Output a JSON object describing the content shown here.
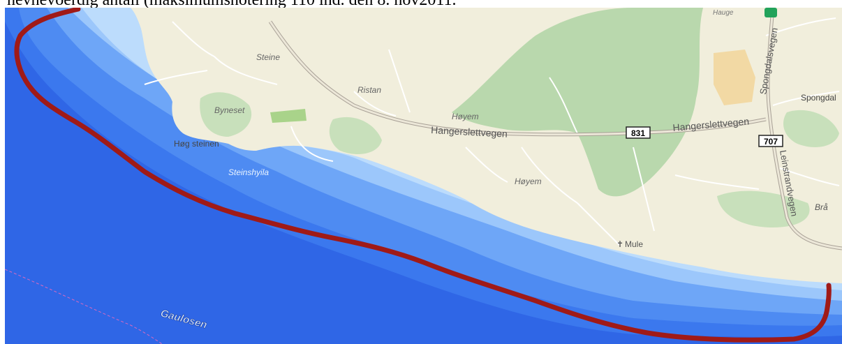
{
  "caption": "hevnevoerdig antall (maksimumsnotering 110 ind. den 8. nov2011.",
  "places": {
    "steine": "Steine",
    "ristan": "Ristan",
    "byneset": "Byneset",
    "hoeyem_north": "Høyem",
    "hoeyem_south": "Høyem",
    "hog_steinen": "Høg steinen",
    "steinshyila": "Steinshyila",
    "mule": "Mule",
    "spongdal": "Spongdal",
    "bra": "Brå",
    "gaulosen": "Gaulosen",
    "hauge": "Hauge"
  },
  "roads": {
    "hangerslettvegen_west": "Hangerslettvegen",
    "hangerslettvegen_east": "Hangerslettvegen",
    "spongdalsvegen": "Spongdalsvegen",
    "leinstrandvegen": "Leinstrandvegen",
    "shield_831": "831",
    "shield_707": "707"
  },
  "colors": {
    "land": "#f1eedc",
    "forest": "#b9d8ad",
    "shallow": "#bcdcfc",
    "deep": "#2f6ae6",
    "track": "#a01a17"
  }
}
